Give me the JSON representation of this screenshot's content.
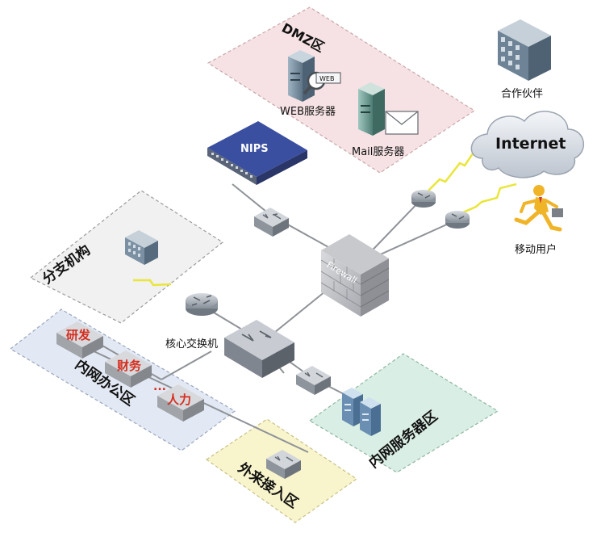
{
  "zones": {
    "dmz": "DMZ区",
    "branch": "分支机构",
    "office": "内网办公区",
    "server_zone": "内网服务器区",
    "guest": "外来接入区"
  },
  "nodes": {
    "web_server": "WEB服务器",
    "web_tag": "WEB",
    "mail_server": "Mail服务器",
    "nips": "NIPS",
    "partner": "合作伙伴",
    "internet": "Internet",
    "mobile_user": "移动用户",
    "firewall": "Firewall",
    "core_switch": "核心交换机",
    "dept_rd": "研发",
    "dept_finance": "财务",
    "dept_hr": "人力",
    "dept_ellipsis": "..."
  },
  "colors": {
    "dmz_fill": "#f6e2e4",
    "branch_fill": "#f1f1f1",
    "office_fill": "#e3e9f4",
    "server_zone_fill": "#d9eee4",
    "guest_fill": "#f8f4cc",
    "dept_text": "#d62e1f",
    "nips_blue": "#2d3f86",
    "lightning": "#e9e63a"
  },
  "icons": [
    "server-icon",
    "envelope-icon",
    "magnifier-icon",
    "building-icon",
    "cloud-icon",
    "router-icon",
    "switch-icon",
    "firewall-icon",
    "running-person-icon",
    "lightning-icon"
  ]
}
